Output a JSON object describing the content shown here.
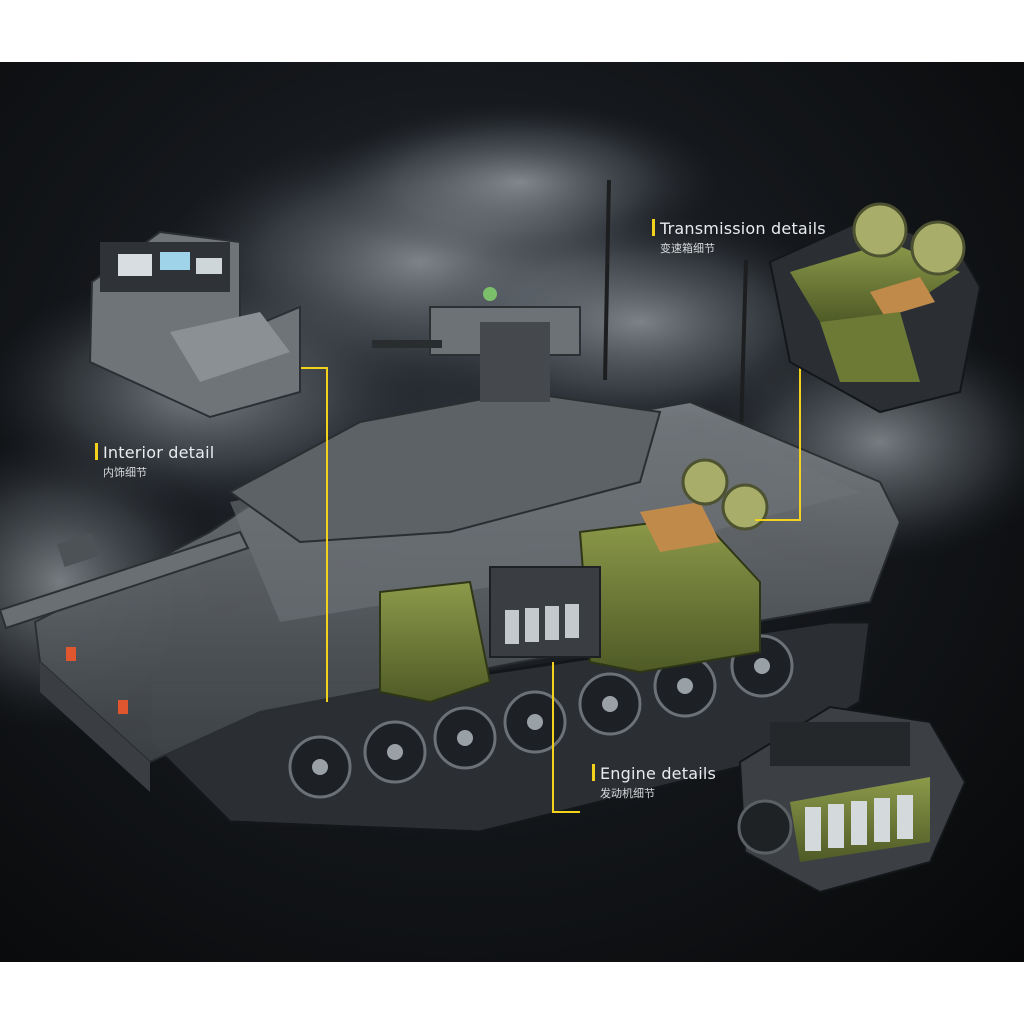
{
  "callouts": {
    "transmission": {
      "title": "Transmission details",
      "subtitle": "变速箱细节"
    },
    "interior": {
      "title": "Interior detail",
      "subtitle": "内饰细节"
    },
    "engine": {
      "title": "Engine details",
      "subtitle": "发动机细节"
    }
  },
  "colors": {
    "accent": "#f2d21b",
    "background": "#0b0d10",
    "tank_grey": "#5f6468",
    "olive": "#6f7a3a",
    "tan": "#c08a4a"
  }
}
